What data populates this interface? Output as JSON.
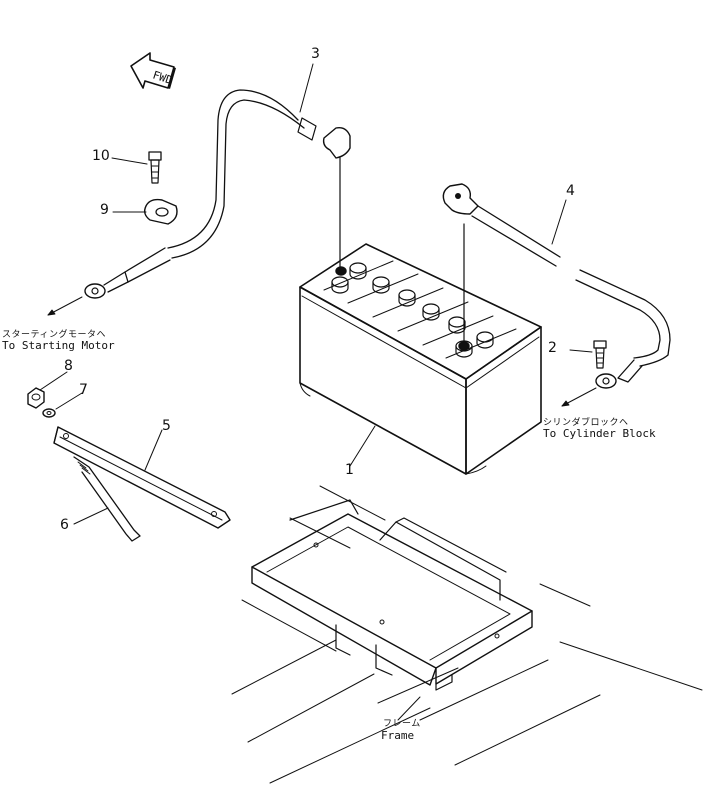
{
  "fwd_marker": {
    "label": "FWD",
    "icon": "forward-arrow-icon"
  },
  "callouts": [
    {
      "id": "1",
      "part": "battery"
    },
    {
      "id": "2",
      "part": "bolt"
    },
    {
      "id": "3",
      "part": "cable-starting-motor"
    },
    {
      "id": "4",
      "part": "cable-cylinder-block"
    },
    {
      "id": "5",
      "part": "hold-down-bar"
    },
    {
      "id": "6",
      "part": "rod"
    },
    {
      "id": "7",
      "part": "washer"
    },
    {
      "id": "8",
      "part": "nut"
    },
    {
      "id": "9",
      "part": "clamp"
    },
    {
      "id": "10",
      "part": "bolt"
    }
  ],
  "destinations": {
    "starting_motor": {
      "jp": "スターティングモータヘ",
      "en": "To Starting Motor"
    },
    "cylinder_block": {
      "jp": "シリンダブロックヘ",
      "en": "To Cylinder Block"
    },
    "frame": {
      "jp": "フレーム",
      "en": "Frame"
    }
  }
}
